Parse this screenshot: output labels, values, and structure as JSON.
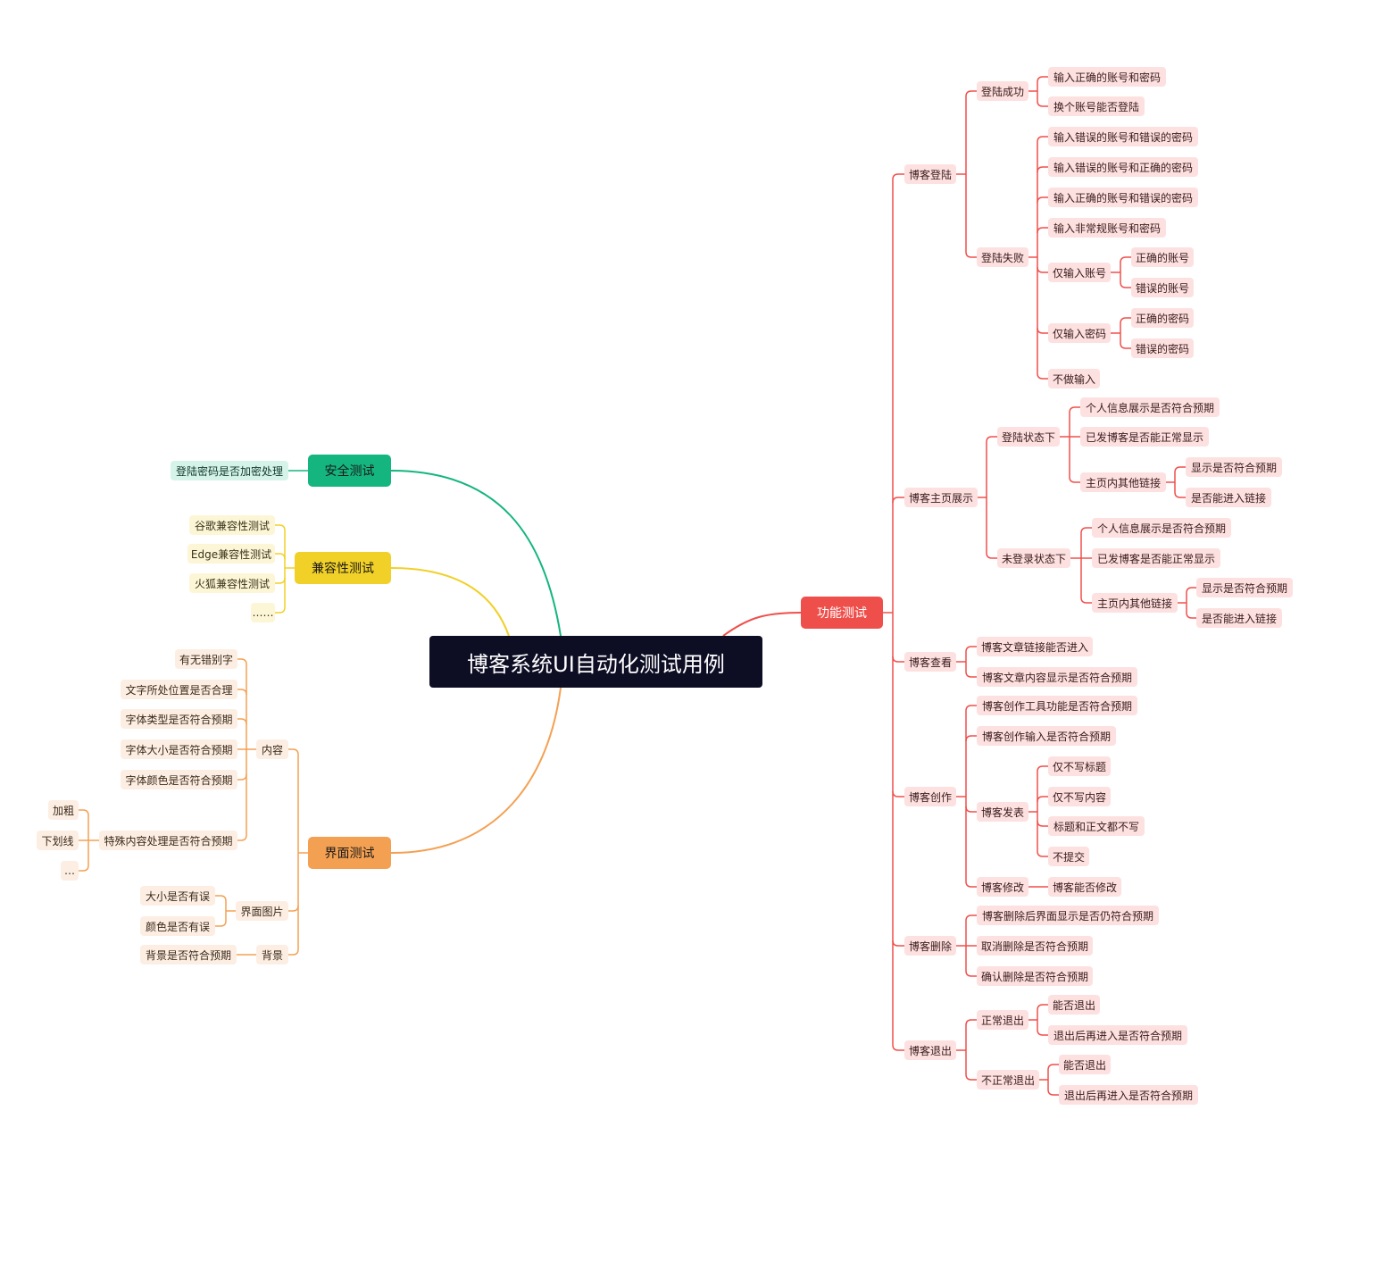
{
  "colors": {
    "red": "#ef4f4b",
    "orange": "#f4a052",
    "yellow": "#f1d027",
    "green": "#14b57e",
    "root_bg": "#0d0d24"
  },
  "root": "博客系统UI自动化测试用例",
  "branches": {
    "func": {
      "label": "功能测试",
      "login": {
        "label": "博客登陆",
        "success": {
          "label": "登陆成功",
          "items": [
            "输入正确的账号和密码",
            "换个账号能否登陆"
          ]
        },
        "fail": {
          "label": "登陆失败",
          "items": [
            "输入错误的账号和错误的密码",
            "输入错误的账号和正确的密码",
            "输入正确的账号和错误的密码",
            "输入非常规账号和密码"
          ],
          "only_account": {
            "label": "仅输入账号",
            "items": [
              "正确的账号",
              "错误的账号"
            ]
          },
          "only_password": {
            "label": "仅输入密码",
            "items": [
              "正确的密码",
              "错误的密码"
            ]
          },
          "no_input": "不做输入"
        }
      },
      "home": {
        "label": "博客主页展示",
        "logged": {
          "label": "登陆状态下",
          "items": [
            "个人信息展示是否符合预期",
            "已发博客是否能正常显示"
          ],
          "links": {
            "label": "主页内其他链接",
            "items": [
              "显示是否符合预期",
              "是否能进入链接"
            ]
          }
        },
        "guest": {
          "label": "未登录状态下",
          "items": [
            "个人信息展示是否符合预期",
            "已发博客是否能正常显示"
          ],
          "links": {
            "label": "主页内其他链接",
            "items": [
              "显示是否符合预期",
              "是否能进入链接"
            ]
          }
        }
      },
      "view": {
        "label": "博客查看",
        "items": [
          "博客文章链接能否进入",
          "博客文章内容显示是否符合预期"
        ]
      },
      "create": {
        "label": "博客创作",
        "items": [
          "博客创作工具功能是否符合预期",
          "博客创作输入是否符合预期"
        ],
        "publish": {
          "label": "博客发表",
          "items": [
            "仅不写标题",
            "仅不写内容",
            "标题和正文都不写",
            "不提交"
          ]
        },
        "modify": {
          "label": "博客修改",
          "item": "博客能否修改"
        }
      },
      "delete": {
        "label": "博客删除",
        "items": [
          "博客删除后界面显示是否仍符合预期",
          "取消删除是否符合预期",
          "确认删除是否符合预期"
        ]
      },
      "logout": {
        "label": "博客退出",
        "normal": {
          "label": "正常退出",
          "items": [
            "能否退出",
            "退出后再进入是否符合预期"
          ]
        },
        "abnormal": {
          "label": "不正常退出",
          "items": [
            "能否退出",
            "退出后再进入是否符合预期"
          ]
        }
      }
    },
    "security": {
      "label": "安全测试",
      "items": [
        "登陆密码是否加密处理"
      ]
    },
    "compat": {
      "label": "兼容性测试",
      "items": [
        "谷歌兼容性测试",
        "Edge兼容性测试",
        "火狐兼容性测试",
        "……"
      ]
    },
    "ui": {
      "label": "界面测试",
      "content": {
        "label": "内容",
        "items": [
          "有无错别字",
          "文字所处位置是否合理",
          "字体类型是否符合预期",
          "字体大小是否符合预期",
          "字体颜色是否符合预期"
        ],
        "special": {
          "label": "特殊内容处理是否符合预期",
          "items": [
            "加粗",
            "下划线",
            "…"
          ]
        }
      },
      "image": {
        "label": "界面图片",
        "items": [
          "大小是否有误",
          "颜色是否有误"
        ]
      },
      "background": {
        "label": "背景",
        "item": "背景是否符合预期"
      }
    }
  }
}
